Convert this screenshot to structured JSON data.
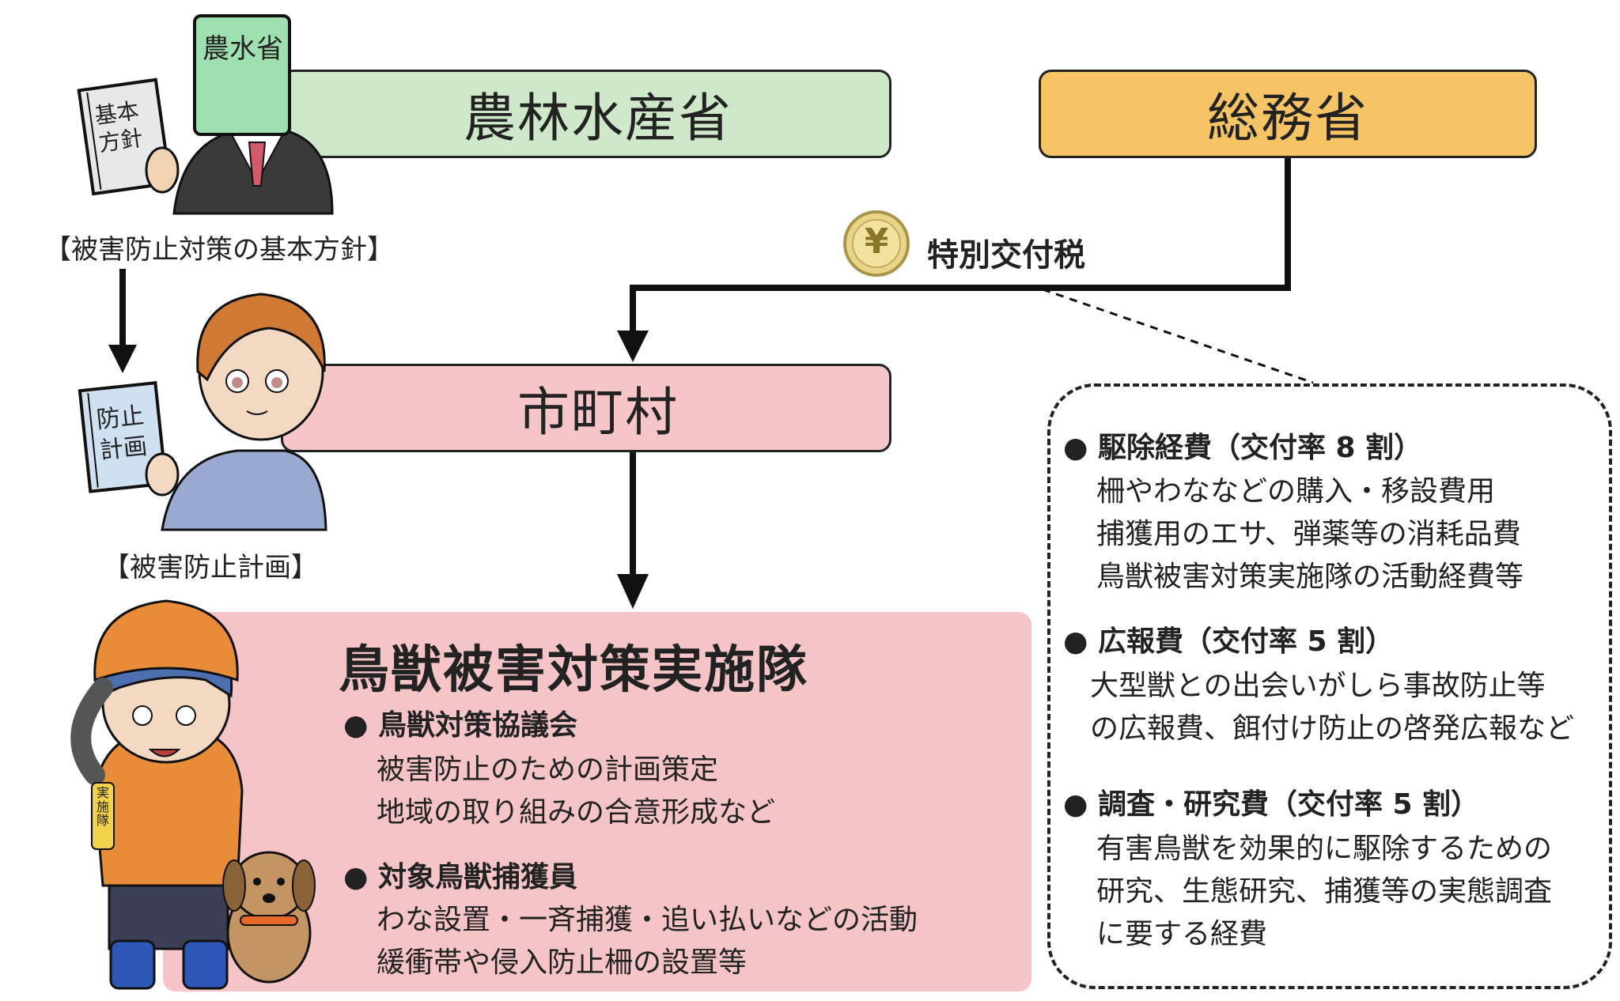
{
  "maff": {
    "label": "農林水産省",
    "color": "#cfe8c9"
  },
  "mic": {
    "label": "総務省",
    "color": "#f6c465"
  },
  "municipality": {
    "label": "市町村",
    "color": "#f6c5c8"
  },
  "tax": {
    "label": "特別交付税",
    "coin_symbol": "¥"
  },
  "maff_caption": "【被害防止対策の基本方針】",
  "muni_caption": "【被害防止計画】",
  "book1": [
    "基本",
    "方針"
  ],
  "book2": [
    "防止",
    "計画"
  ],
  "suit_face": "農水省",
  "armband": "実施隊",
  "team": {
    "title": "鳥獣被害対策実施隊",
    "color": "#f5c4c7",
    "sections": [
      {
        "head": "● 鳥獣対策協議会",
        "lines": [
          "被害防止のための計画策定",
          "地域の取り組みの合意形成など"
        ]
      },
      {
        "head": "● 対象鳥獣捕獲員",
        "lines": [
          "わな設置・一斉捕獲・追い払いなどの活動",
          "緩衝帯や侵入防止柵の設置等"
        ]
      }
    ]
  },
  "expenses": [
    {
      "head": "● 駆除経費（交付率 8 割）",
      "lines": [
        "柵やわななどの購入・移設費用",
        "捕獲用のエサ、弾薬等の消耗品費",
        "鳥獣被害対策実施隊の活動経費等"
      ]
    },
    {
      "head": "● 広報費（交付率 5 割）",
      "lines": [
        "大型獣との出会いがしら事故防止等",
        "の広報費、餌付け防止の啓発広報など"
      ]
    },
    {
      "head": "● 調査・研究費（交付率 5 割）",
      "lines": [
        "有害鳥獣を効果的に駆除するための",
        "研究、生態研究、捕獲等の実態調査",
        "に要する経費"
      ]
    }
  ]
}
